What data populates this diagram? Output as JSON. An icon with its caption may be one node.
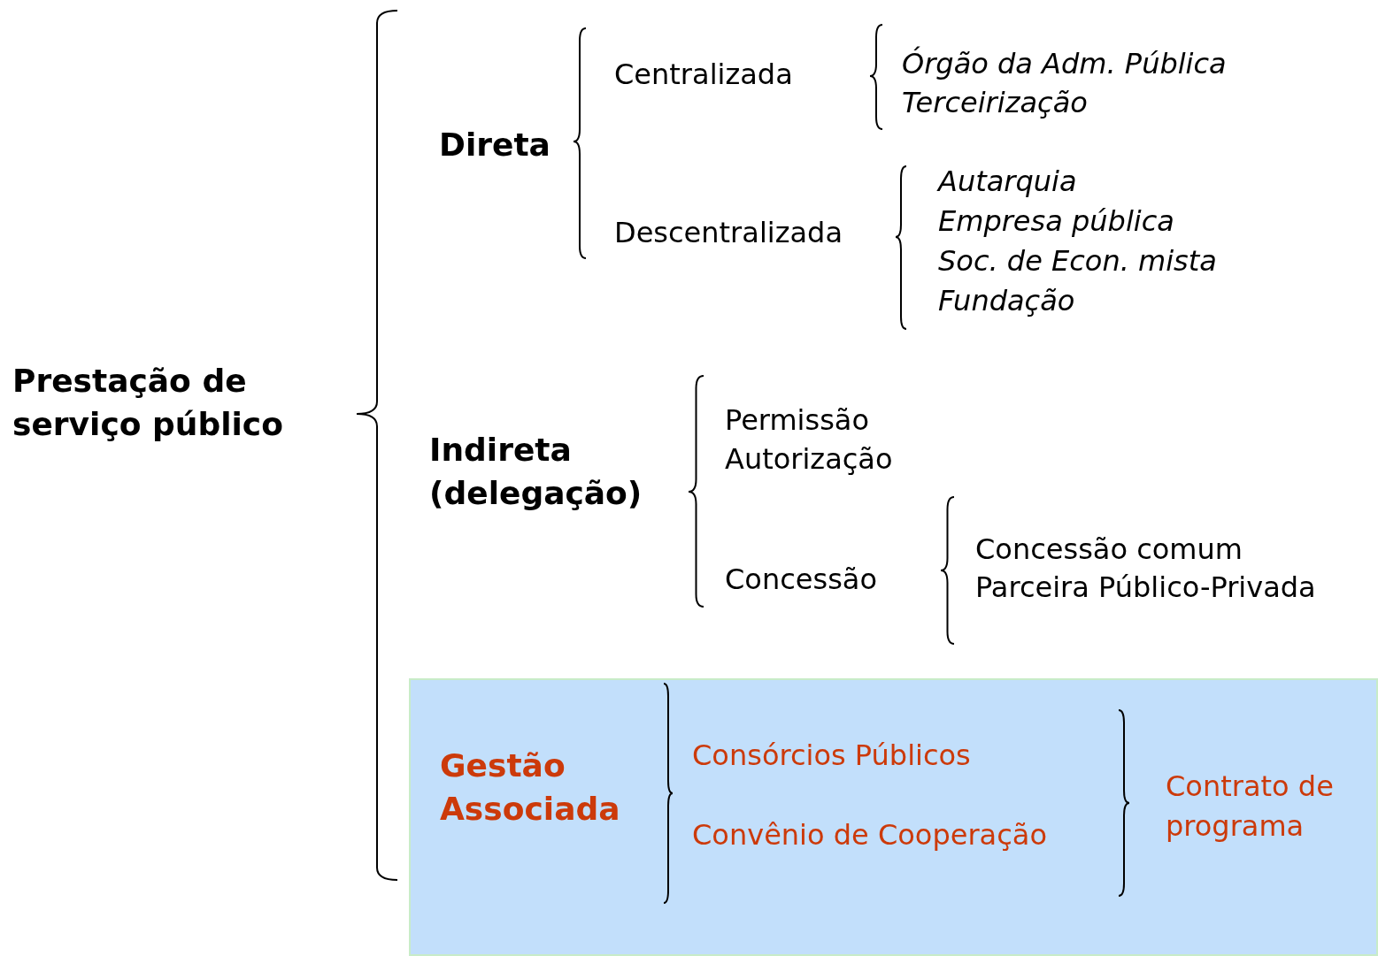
{
  "diagram": {
    "nodes": [
      {
        "text": [
          "Gestão Associada",
          "Consórcios Públicos",
          "Convênio de Cooperação",
          "Contrato de programa"
        ]
      }
    ],
    "labels": [
      "Prestação de serviço público",
      "Direta",
      "Centralizada",
      "Órgão da Adm. Pública",
      "Terceirização",
      "Descentralizada",
      "Autarquia",
      "Empresa pública",
      "Soc. de Econ. mista",
      "Fundação",
      "Indireta (delegação)",
      "Permissão",
      "Autorização",
      "Concessão",
      "Concessão comum",
      "Parceira Público-Privada"
    ]
  }
}
